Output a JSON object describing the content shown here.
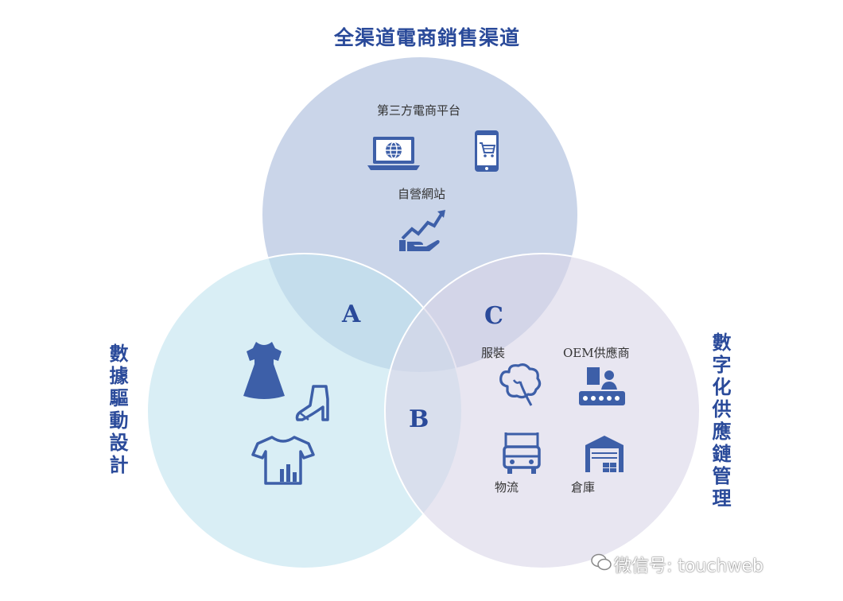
{
  "titles": {
    "top": "全渠道電商銷售渠道",
    "left": "數據驅動設計",
    "right": "數字化供應鏈管理"
  },
  "top_circle": {
    "label1": "第三方電商平台",
    "label2": "自營網站"
  },
  "right_circle": {
    "apparel": "服裝",
    "oem": "OEM供應商",
    "logistics": "物流",
    "warehouse": "倉庫"
  },
  "overlaps": {
    "a": "A",
    "b": "B",
    "c": "C"
  },
  "watermark": "微信号: touchweb",
  "colors": {
    "top_circle": "#b3c3e0",
    "left_circle": "#bfe2ef",
    "right_circle": "#d9d6e8",
    "text_blue": "#2a4a9a",
    "icon_blue": "#3d5fa8"
  }
}
